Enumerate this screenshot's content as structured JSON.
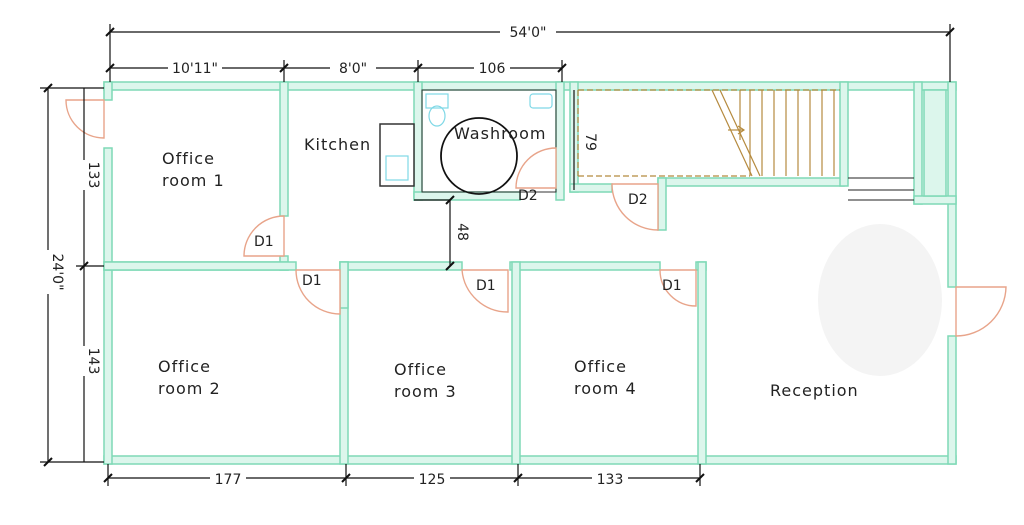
{
  "colors": {
    "wall": "#bfeedd",
    "wall_outline": "#7ed9b6",
    "dimension": "#111111",
    "stair": "#b58a3e",
    "fixture": "#7fd8e6"
  },
  "dimensions": {
    "overall_width": "54'0\"",
    "overall_depth": "24'0\"",
    "top_1": "10'11\"",
    "top_2": "8'0\"",
    "top_3": "106",
    "left_top": "133",
    "left_bottom": "143",
    "bottom_1": "177",
    "bottom_2": "125",
    "bottom_3": "133",
    "stair_depth": "79",
    "corridor": "48"
  },
  "rooms": {
    "office1_line1": "Office",
    "office1_line2": "room  1",
    "kitchen": "Kitchen",
    "washroom": "Washroom",
    "office2_line1": "Office",
    "office2_line2": "room  2",
    "office3_line1": "Office",
    "office3_line2": "room  3",
    "office4_line1": "Office",
    "office4_line2": "room  4",
    "reception": "Reception"
  },
  "doors": {
    "d1_office1": "D1",
    "d1_office2": "D1",
    "d1_office3": "D1",
    "d1_office4": "D1",
    "d2_washroom": "D2",
    "d2_stair": "D2"
  }
}
